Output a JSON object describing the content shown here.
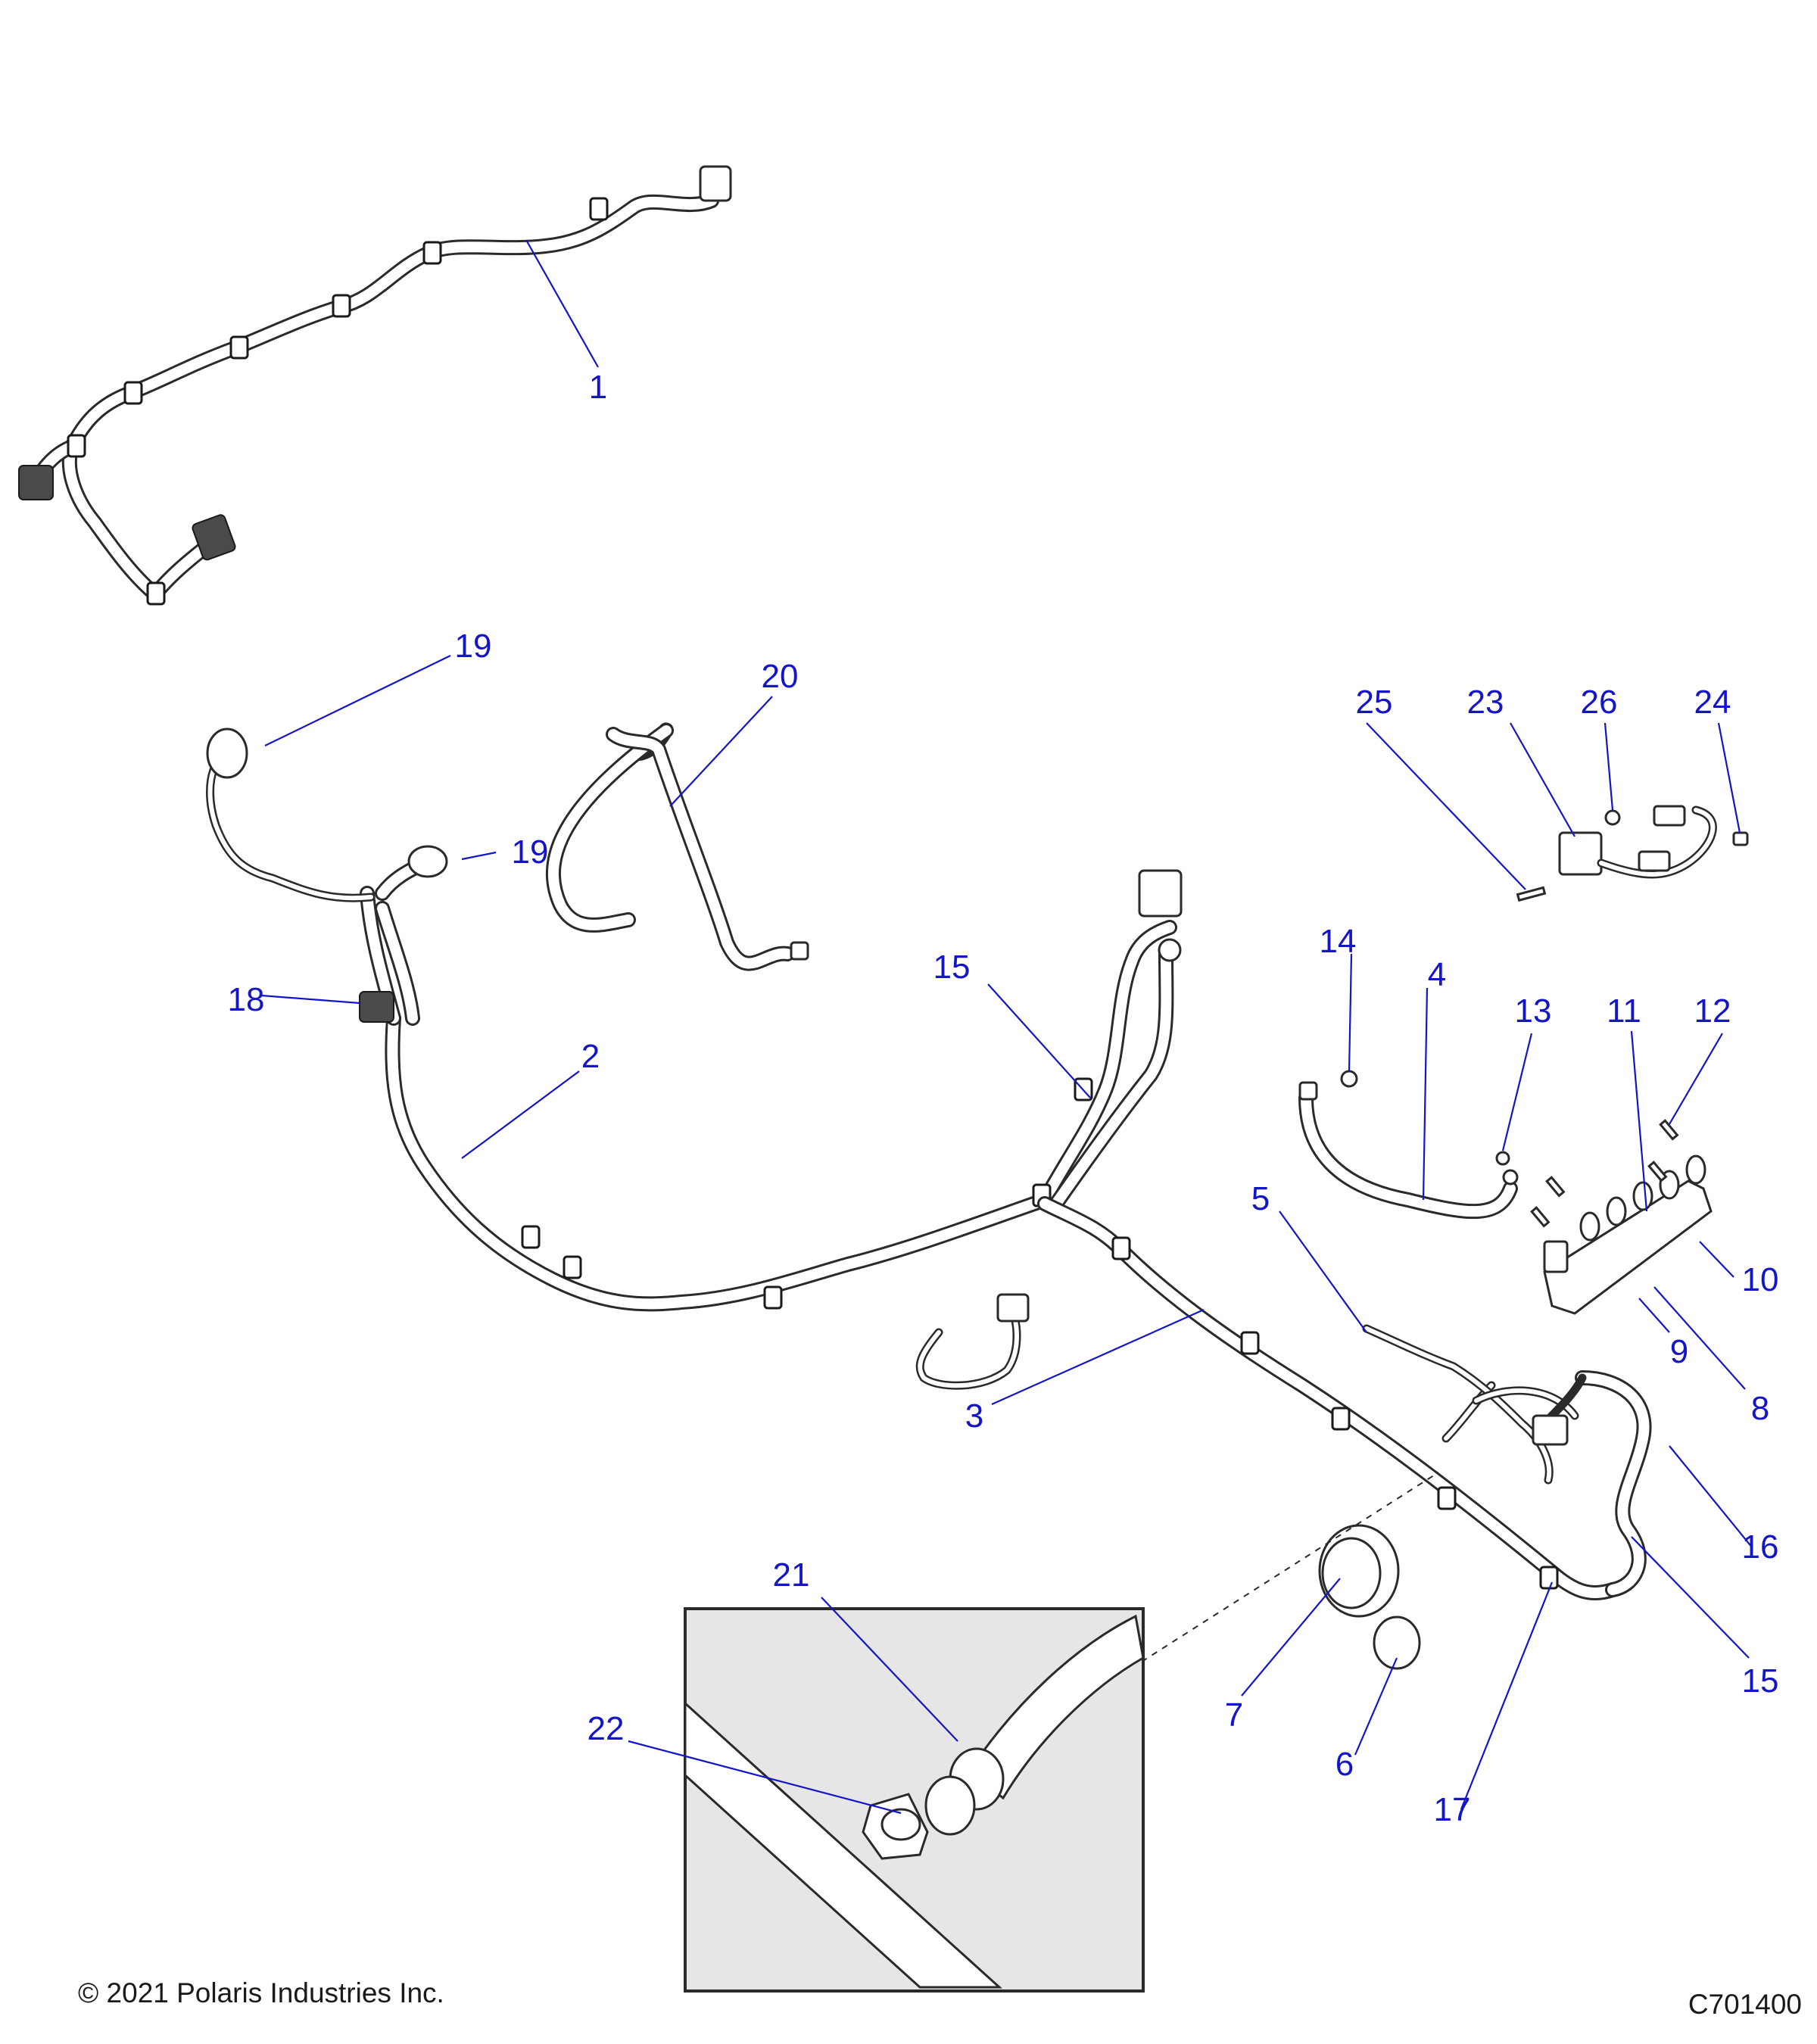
{
  "footer": {
    "copyright": "© 2021 Polaris Industries Inc.",
    "figure_code": "C701400"
  },
  "callouts": {
    "c1": "1",
    "c2": "2",
    "c3": "3",
    "c4": "4",
    "c5": "5",
    "c6": "6",
    "c7": "7",
    "c8": "8",
    "c9": "9",
    "c10": "10",
    "c11": "11",
    "c12": "12",
    "c13": "13",
    "c14": "14",
    "c15a": "15",
    "c15b": "15",
    "c16": "16",
    "c17": "17",
    "c18": "18",
    "c19a": "19",
    "c19b": "19",
    "c20": "20",
    "c21": "21",
    "c22": "22",
    "c23": "23",
    "c24": "24",
    "c25": "25",
    "c26": "26"
  },
  "colors": {
    "callout": "#1414c8",
    "line": "#2a2a2a",
    "inset_bg": "#e6e6e6"
  }
}
